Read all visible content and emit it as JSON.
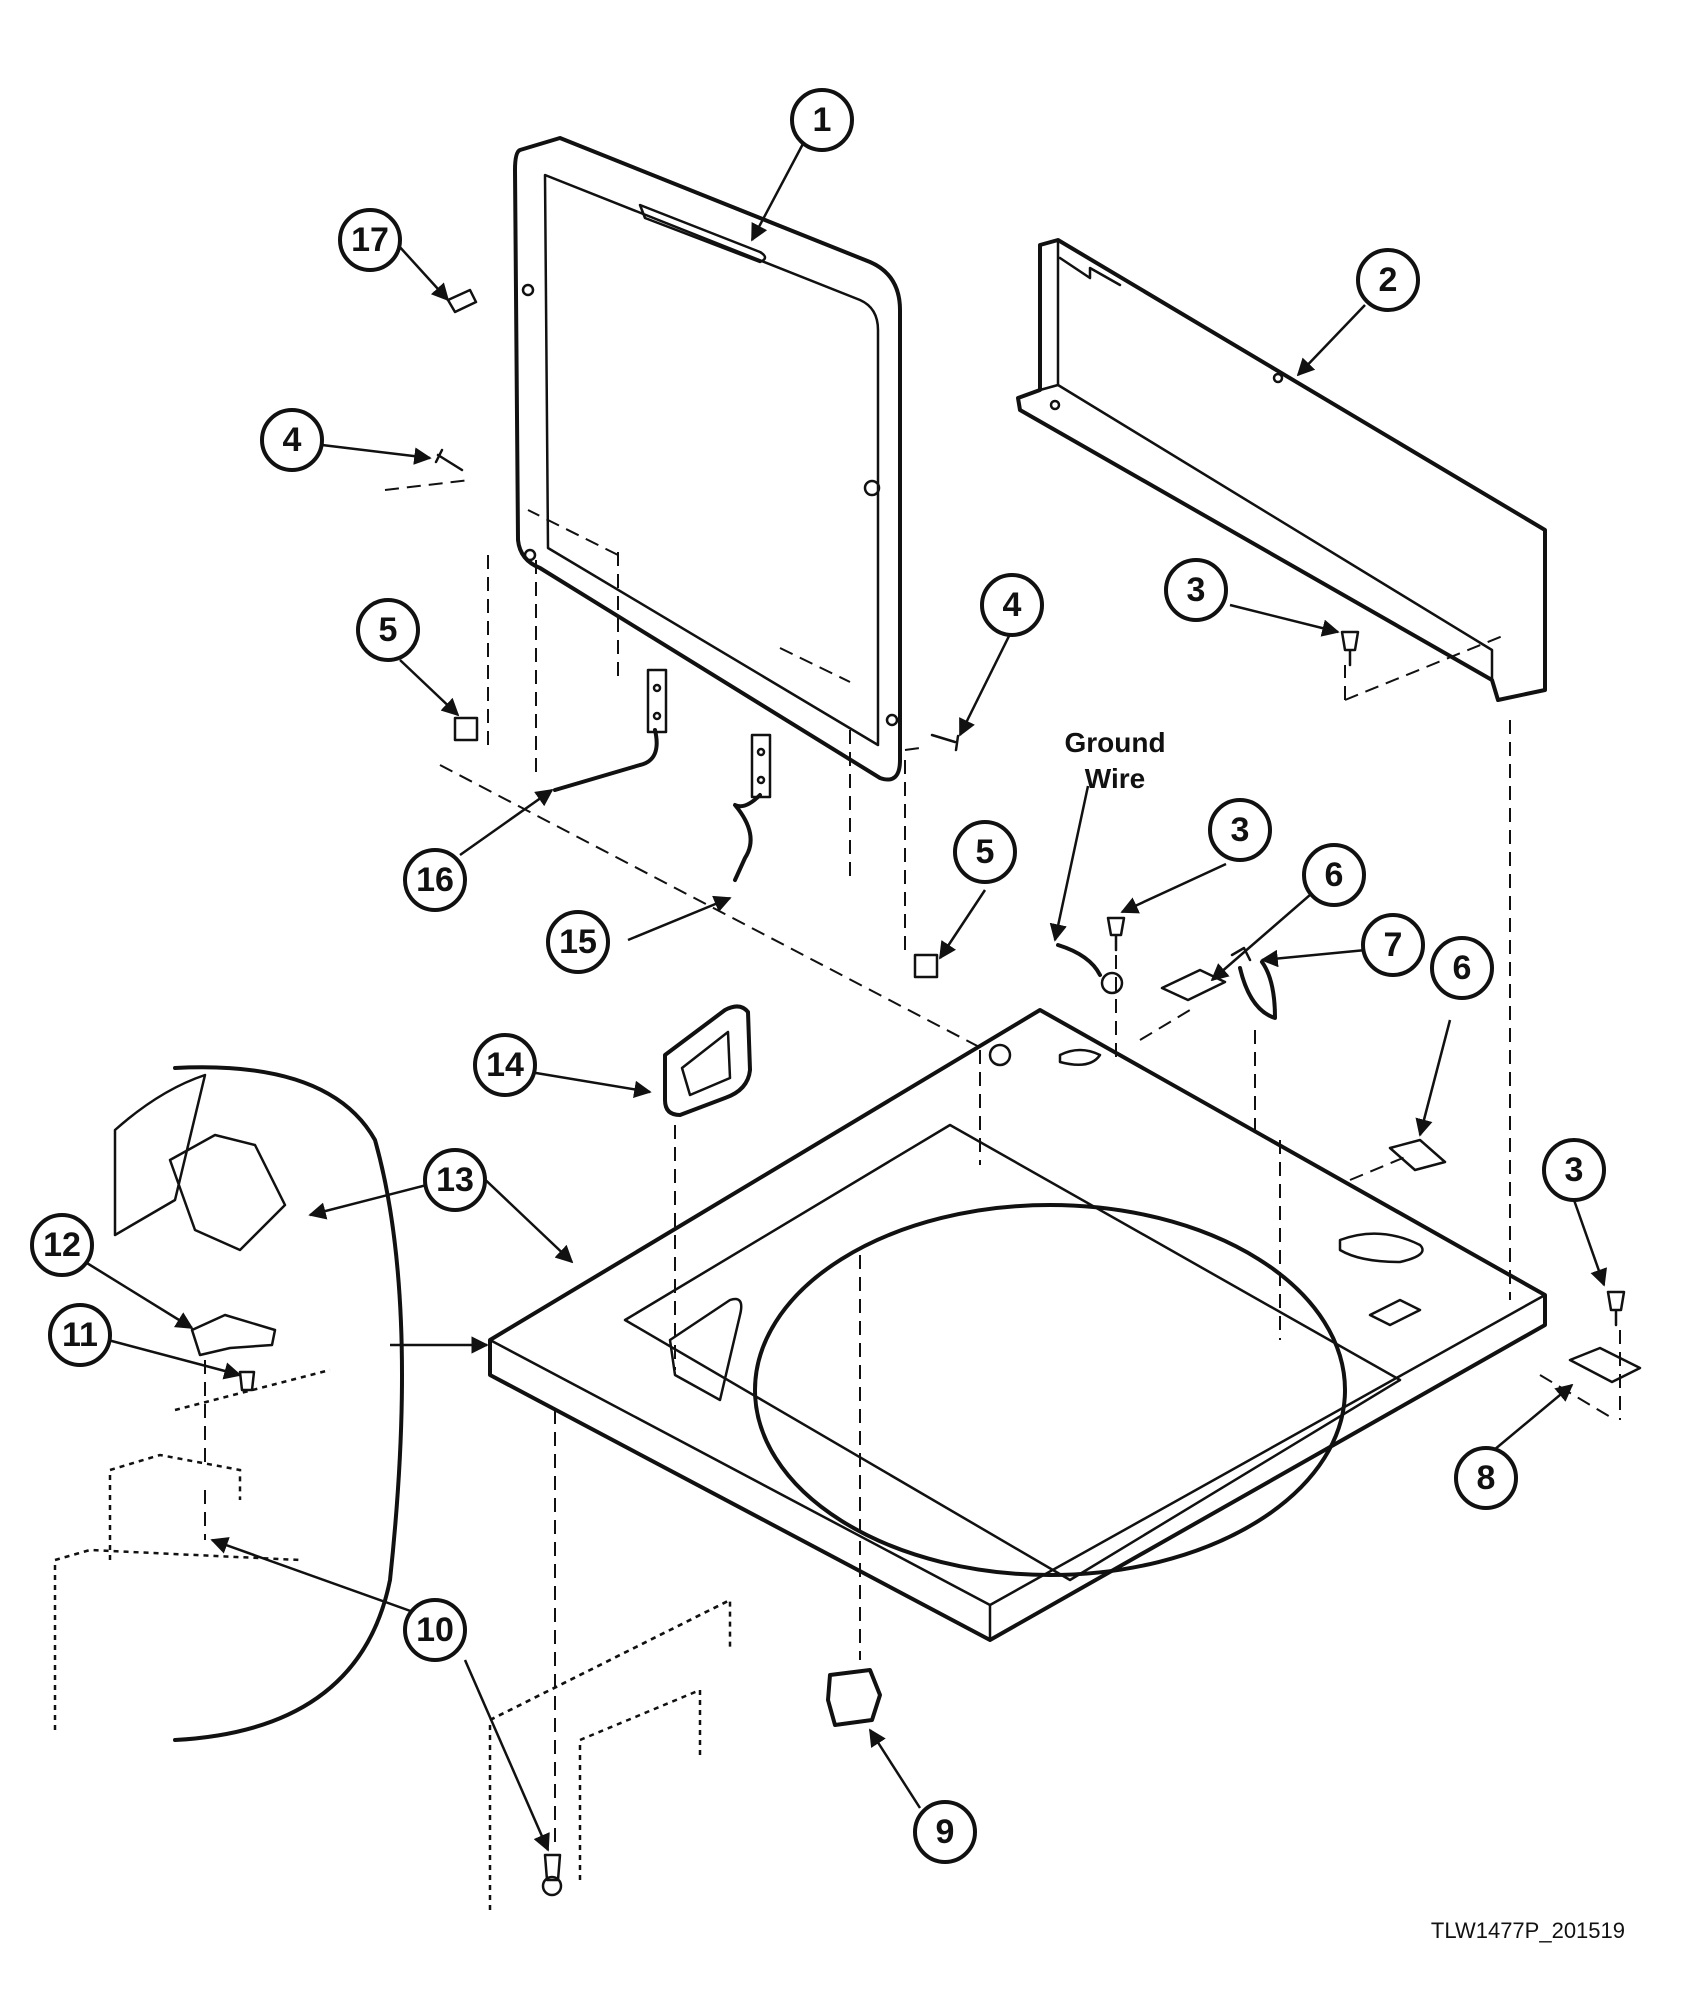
{
  "callouts": [
    "1",
    "2",
    "3",
    "4",
    "5",
    "6",
    "7",
    "8",
    "9",
    "10",
    "11",
    "12",
    "13",
    "14",
    "15",
    "16",
    "17"
  ],
  "ground_wire_label": {
    "line1": "Ground",
    "line2": "Wire"
  },
  "drawing_code": "TLW1477P_201519"
}
